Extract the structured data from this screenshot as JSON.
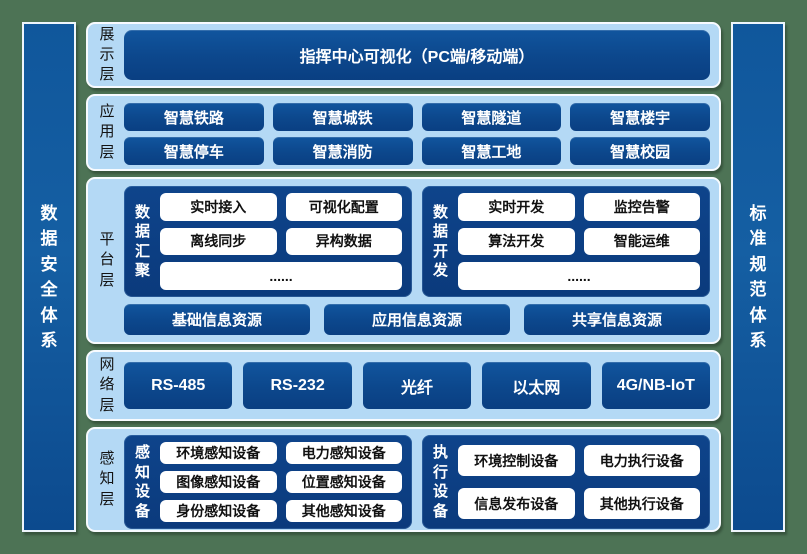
{
  "side_bars": {
    "left": "数据安全体系",
    "right": "标准规范体系"
  },
  "layers": {
    "presentation": {
      "label": "展示层",
      "box": "指挥中心可视化（PC端/移动端）"
    },
    "application": {
      "label": "应用层",
      "items": [
        "智慧铁路",
        "智慧城铁",
        "智慧隧道",
        "智慧楼宇",
        "智慧停车",
        "智慧消防",
        "智慧工地",
        "智慧校园"
      ]
    },
    "platform": {
      "label": "平台层",
      "groups": [
        {
          "name": "数据汇聚",
          "items": [
            "实时接入",
            "可视化配置",
            "离线同步",
            "异构数据"
          ],
          "more": "......"
        },
        {
          "name": "数据开发",
          "items": [
            "实时开发",
            "监控告警",
            "算法开发",
            "智能运维"
          ],
          "more": "......"
        }
      ],
      "resources": [
        "基础信息资源",
        "应用信息资源",
        "共享信息资源"
      ]
    },
    "network": {
      "label": "网络层",
      "items": [
        "RS-485",
        "RS-232",
        "光纤",
        "以太网",
        "4G/NB-IoT"
      ]
    },
    "perception": {
      "label": "感知层",
      "groups": [
        {
          "name": "感知设备",
          "items": [
            "环境感知设备",
            "电力感知设备",
            "图像感知设备",
            "位置感知设备",
            "身份感知设备",
            "其他感知设备"
          ]
        },
        {
          "name": "执行设备",
          "items": [
            "环境控制设备",
            "电力执行设备",
            "信息发布设备",
            "其他执行设备"
          ]
        }
      ]
    }
  },
  "colors": {
    "frame_green": "#4d7355",
    "panel_light_blue": "#b4d9f5",
    "box_blue": "#0d4a90",
    "group_navy": "#0c3f82",
    "bar_blue": "#10579c",
    "panel_border": "#f8fbff",
    "white_box": "#ffffff"
  }
}
